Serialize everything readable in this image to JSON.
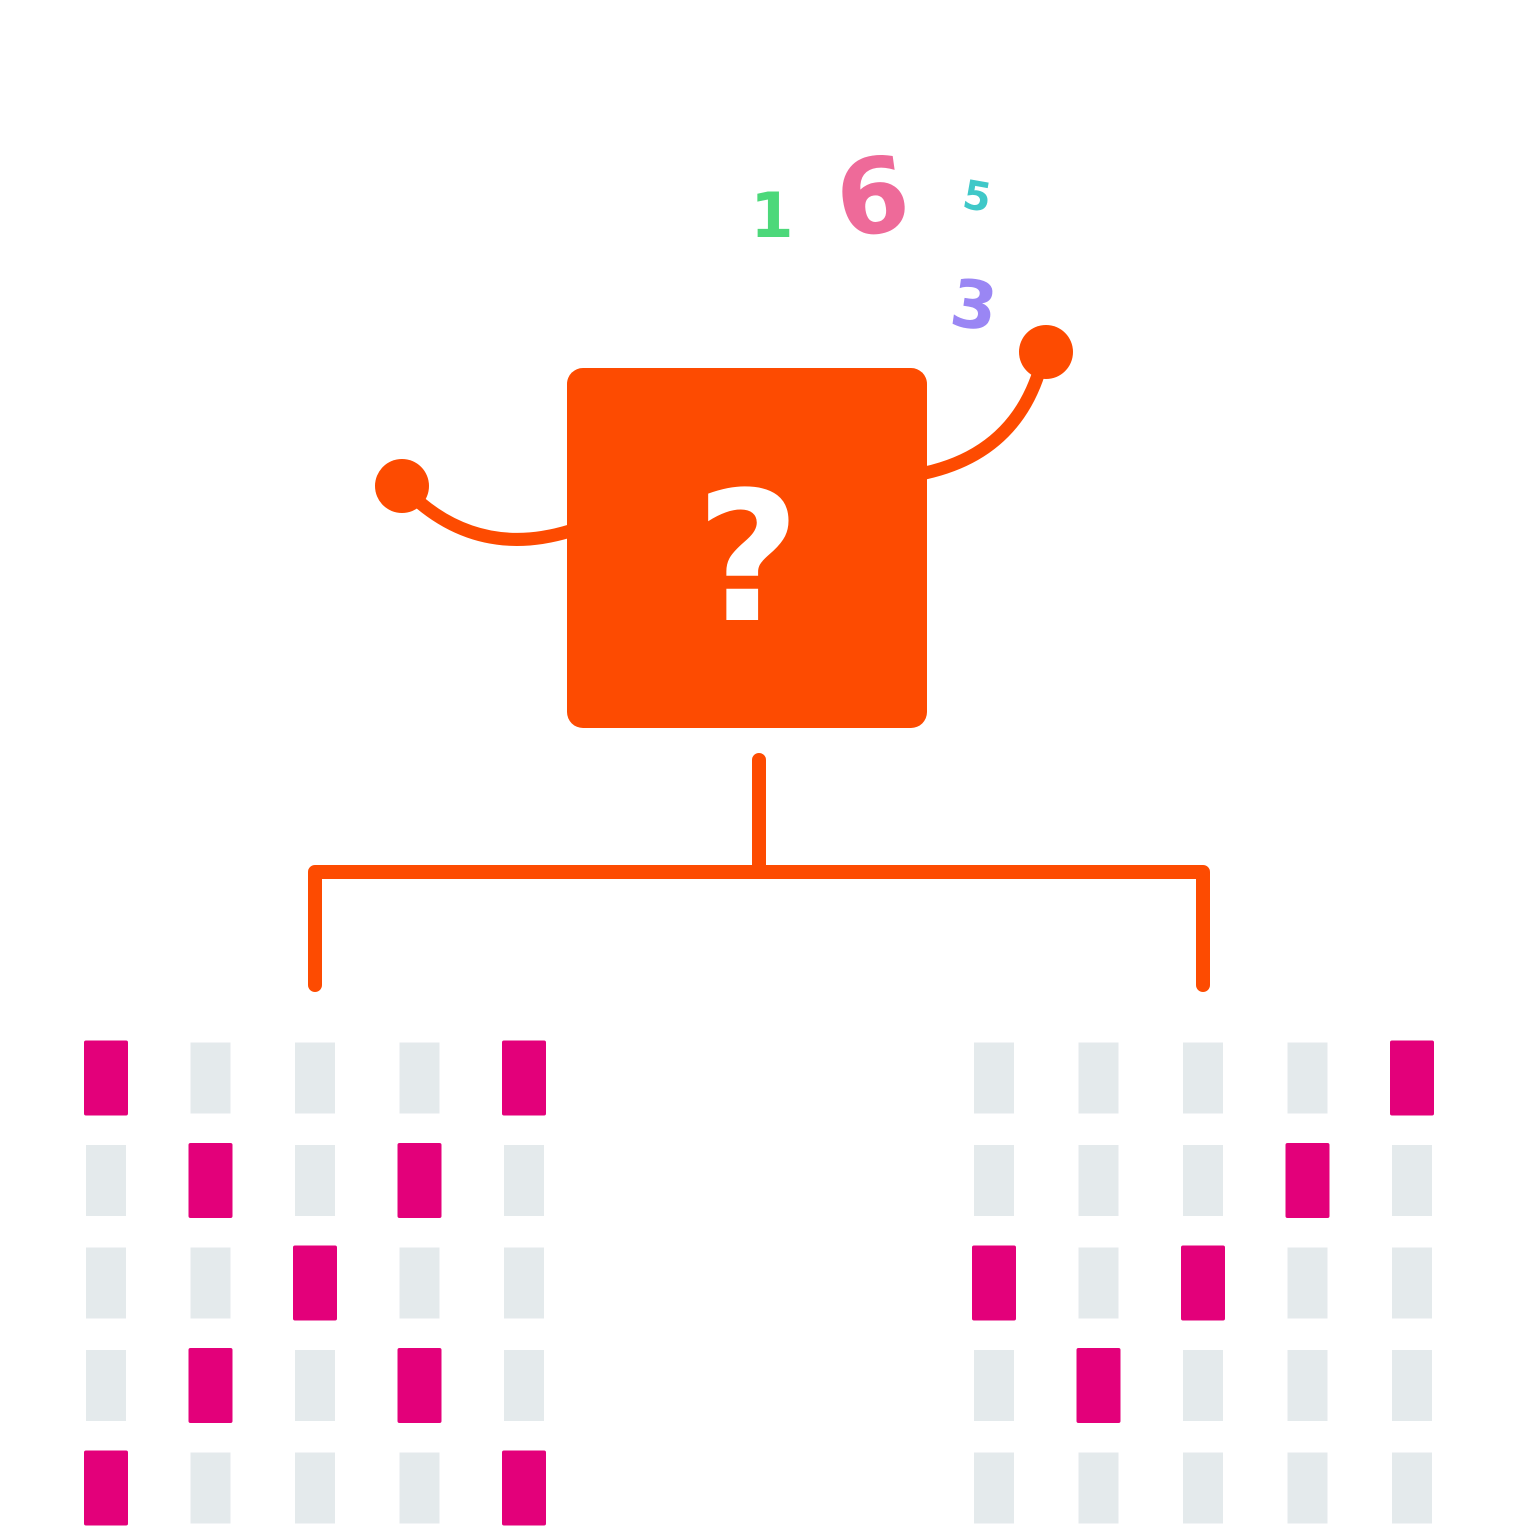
{
  "colors": {
    "background": "#ffffff",
    "machine": "#fd4b01",
    "question_mark": "#ffffff",
    "cell_on": "#e3007a",
    "cell_off": "#e4eaec"
  },
  "machine": {
    "symbol": "?"
  },
  "floating_numbers": [
    {
      "value": "1",
      "color": "#4cd87a"
    },
    {
      "value": "6",
      "color": "#ee6a99"
    },
    {
      "value": "5",
      "color": "#3fc8c8"
    },
    {
      "value": "3",
      "color": "#9a86f4"
    }
  ],
  "grids": [
    {
      "name": "left",
      "rows": [
        [
          1,
          0,
          0,
          0,
          1
        ],
        [
          0,
          1,
          0,
          1,
          0
        ],
        [
          0,
          0,
          1,
          0,
          0
        ],
        [
          0,
          1,
          0,
          1,
          0
        ],
        [
          1,
          0,
          0,
          0,
          1
        ]
      ]
    },
    {
      "name": "right",
      "rows": [
        [
          0,
          0,
          0,
          0,
          1
        ],
        [
          0,
          0,
          0,
          1,
          0
        ],
        [
          1,
          0,
          1,
          0,
          0
        ],
        [
          0,
          1,
          0,
          0,
          0
        ],
        [
          0,
          0,
          0,
          0,
          0
        ]
      ]
    }
  ]
}
